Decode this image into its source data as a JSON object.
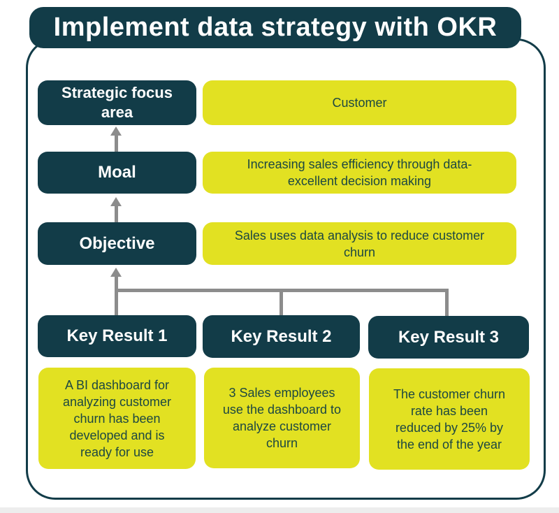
{
  "title": "Implement data strategy with OKR",
  "colors": {
    "dark_teal": "#123c48",
    "yellow": "#e2e122",
    "yellow_box_text": "#1c4742",
    "arrow_gray": "#8c8c8c",
    "background": "#ffffff"
  },
  "levels": [
    {
      "label": "Strategic focus\narea",
      "value": "Customer"
    },
    {
      "label": "Moal",
      "value": "Increasing sales efficiency through data-\nexcellent decision making"
    },
    {
      "label": "Objective",
      "value": "Sales uses data analysis to reduce customer\nchurn"
    }
  ],
  "key_results": [
    {
      "label": "Key Result 1",
      "value": "A BI dashboard for\nanalyzing customer\nchurn has been\ndeveloped and is\nready for use"
    },
    {
      "label": "Key Result 2",
      "value": "3 Sales employees\nuse the dashboard to\nanalyze customer\nchurn"
    },
    {
      "label": "Key Result 3",
      "value": "The customer churn\nrate has been\nreduced by 25% by\nthe end of the year"
    }
  ]
}
